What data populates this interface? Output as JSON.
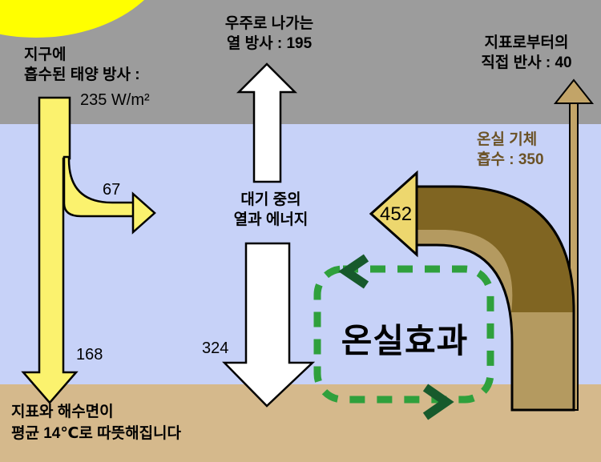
{
  "labels": {
    "absorbed_solar": "지구에\n흡수된 태양 방사 :",
    "absorbed_solar_value": "235 W/m²",
    "space_radiation": "우주로 나가는\n열 방사 : 195",
    "direct_reflection": "지표로부터의\n직접 반사 : 40",
    "greenhouse_absorption": "온실 기체\n흡수 : 350",
    "atmosphere_energy": "대기 중의\n열과 에너지",
    "greenhouse_effect": "온실효과",
    "surface_warming": "지표와 해수면이\n평균 14℃로 따뜻해집니다",
    "flow_67": "67",
    "flow_452": "452",
    "flow_324": "324",
    "flow_168": "168"
  },
  "colors": {
    "space_gray": "#9C9C9C",
    "atmosphere_blue": "#C7D2F8",
    "ground_tan": "#D5B98C",
    "sun_yellow": "#FFFF00",
    "solar_arrow_yellow": "#FBF26E",
    "heat_arrow_white": "#FFFFFF",
    "greenhouse_head_gold": "#EDD76E",
    "band_dark_brown": "#806522",
    "band_light_tan": "#B49A60",
    "reflect_arrow_tan": "#C2A468",
    "dashed_green": "#2FA03C",
    "chevron_green": "#175A2C",
    "label_brown": "#6B5226",
    "outline_black": "#000000"
  }
}
